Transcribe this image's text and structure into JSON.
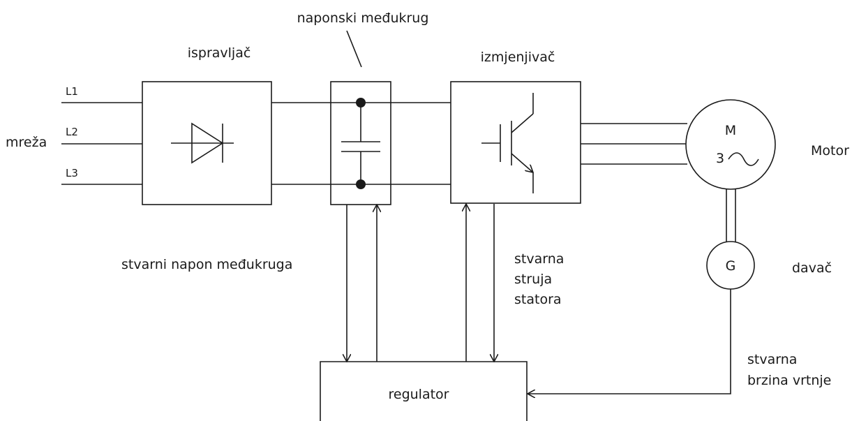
{
  "labels": {
    "dc_link_title": "naponski međukrug",
    "rectifier": "ispravljač",
    "inverter": "izmjenjivač",
    "mains": "mreža",
    "phase_l1": "L1",
    "phase_l2": "L2",
    "phase_l3": "L3",
    "motor": "Motor",
    "motor_symbol_m": "M",
    "motor_symbol_3": "3",
    "encoder_symbol": "G",
    "encoder": "davač",
    "actual_dc_voltage": "stvarni napon međukruga",
    "actual_current_line1": "stvarna",
    "actual_current_line2": "struja",
    "actual_current_line3": "statora",
    "actual_speed_line1": "stvarna",
    "actual_speed_line2": "brzina vrtnje",
    "regulator": "regulator"
  },
  "colors": {
    "stroke": "#1a1a1a",
    "background": "#ffffff"
  }
}
